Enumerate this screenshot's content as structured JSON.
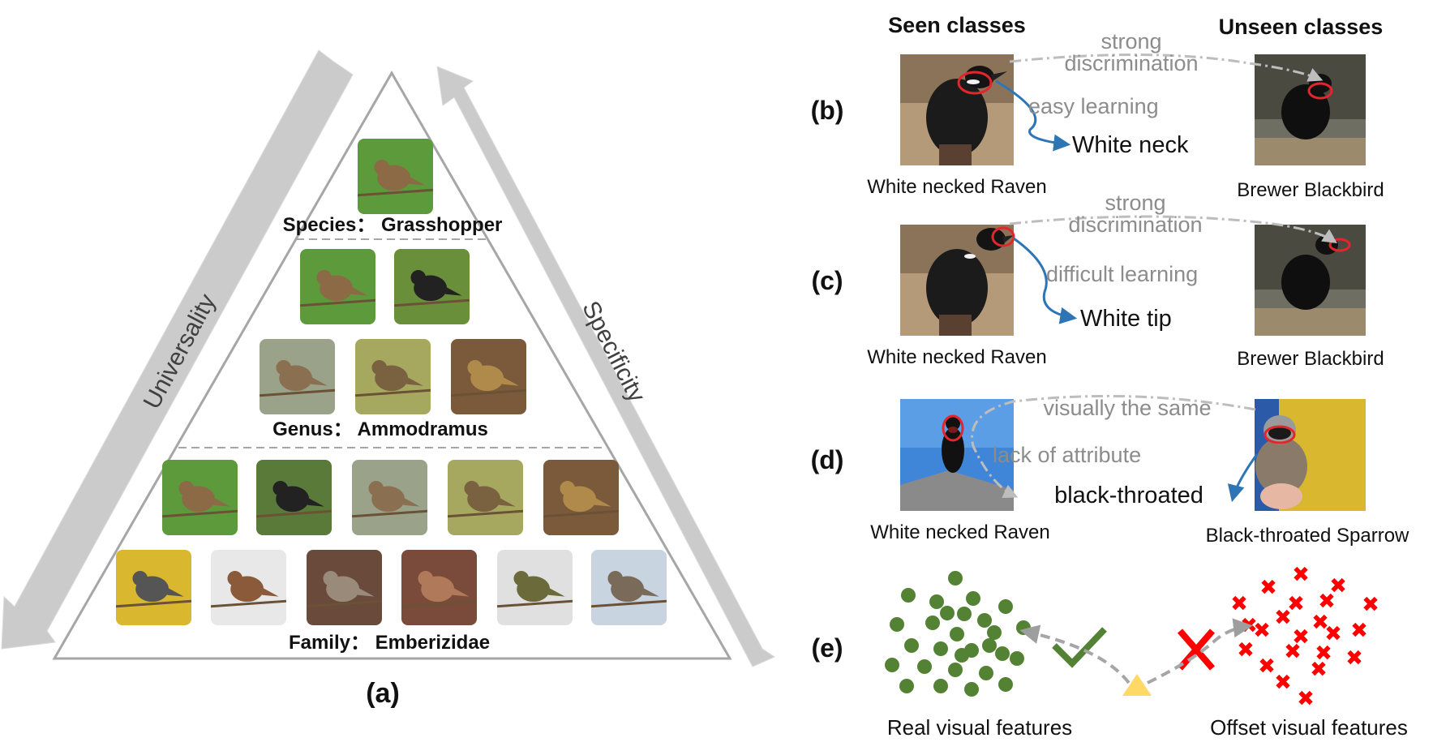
{
  "panel_a": {
    "caption": "(a)",
    "universality_label": "Universality",
    "specificity_label": "Specificity",
    "species_label": "Species： Grasshopper",
    "genus_label": "Genus： Ammodramus",
    "family_label": "Family： Emberizidae"
  },
  "headers": {
    "seen": "Seen classes",
    "unseen": "Unseen classes"
  },
  "panel_b": {
    "tag": "(b)",
    "top_line1": "strong",
    "top_line2": "discrimination",
    "middle": "easy learning",
    "attribute": "White neck",
    "left_caption": "White necked Raven",
    "right_caption": "Brewer Blackbird"
  },
  "panel_c": {
    "tag": "(c)",
    "top_line1": "strong",
    "top_line2": "discrimination",
    "middle": "difficult learning",
    "attribute": "White tip",
    "left_caption": "White necked Raven",
    "right_caption": "Brewer Blackbird"
  },
  "panel_d": {
    "tag": "(d)",
    "top": "visually the same",
    "middle": "lack of attribute",
    "attribute": "black-throated",
    "left_caption": "White necked Raven",
    "right_caption": "Black-throated Sparrow"
  },
  "panel_e": {
    "tag": "(e)",
    "left_caption": "Real visual features",
    "right_caption": "Offset visual features"
  },
  "colors": {
    "gray_text": "#8c8c8c",
    "blue_arrow": "#2e75b6",
    "red_circle": "#e3262b",
    "green_dots": "#548235",
    "red_cross": "#ff0000",
    "yellow_triangle": "#ffd966",
    "big_arrow": "#c9c9c9"
  }
}
